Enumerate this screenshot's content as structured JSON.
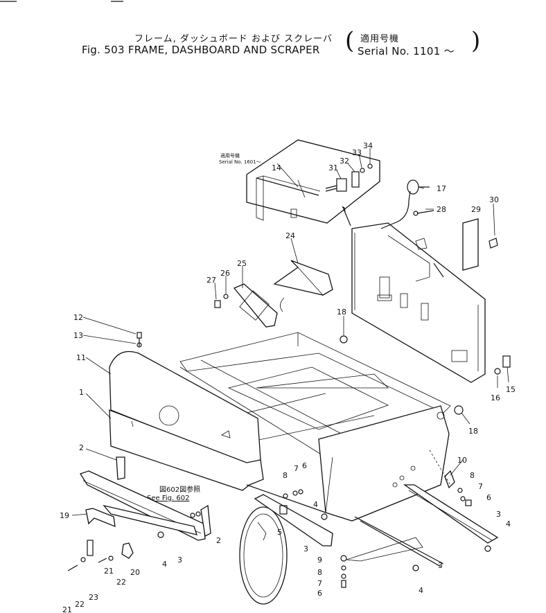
{
  "header": {
    "title_jp": "フレーム, ダッシュボード および スクレーバ",
    "title_en": "Fig. 503 FRAME, DASHBOARD AND SCRAPER",
    "serial_jp": "適用号機",
    "serial_en": "Serial  No. 1101 ～"
  },
  "inset": {
    "serial_jp": "適用号機",
    "serial_en": "Serial No. 1601～"
  },
  "reference": {
    "jp": "図602図参照",
    "en": "See Fig. 602"
  },
  "part_labels": [
    "1",
    "2",
    "2",
    "3",
    "3",
    "3",
    "3",
    "4",
    "4",
    "4",
    "4",
    "5",
    "6",
    "6",
    "6",
    "7",
    "7",
    "7",
    "8",
    "8",
    "8",
    "9",
    "10",
    "11",
    "12",
    "13",
    "14",
    "15",
    "16",
    "17",
    "18",
    "18",
    "19",
    "20",
    "21",
    "21",
    "22",
    "22",
    "23",
    "24",
    "25",
    "26",
    "27",
    "28",
    "29",
    "30",
    "31",
    "32",
    "33",
    "34"
  ]
}
